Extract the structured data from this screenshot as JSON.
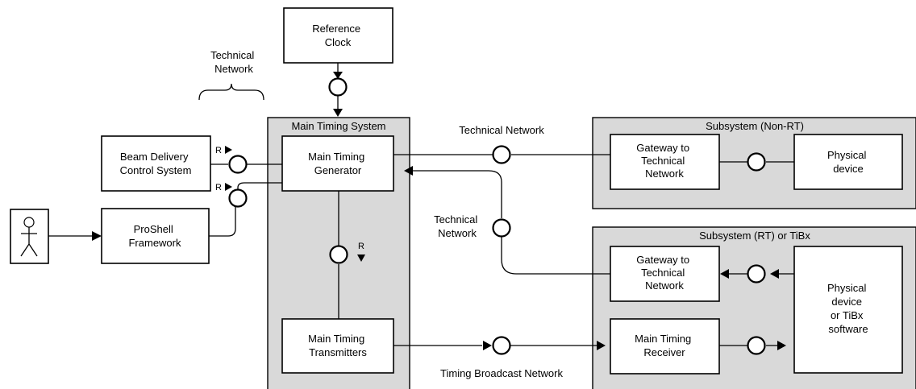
{
  "colors": {
    "group_fill": "#d9d9d9",
    "box_fill": "#ffffff",
    "line": "#000000"
  },
  "groups": {
    "main_timing_system": "Main Timing System",
    "subsystem_non_rt": "Subsystem (Non-RT)",
    "subsystem_rt": "Subsystem (RT) or TiBx"
  },
  "boxes": {
    "reference_clock": [
      "Reference",
      "Clock"
    ],
    "beam_delivery": [
      "Beam Delivery",
      "Control System"
    ],
    "proshell": [
      "ProShell",
      "Framework"
    ],
    "main_timing_generator": [
      "Main Timing",
      "Generator"
    ],
    "main_timing_transmitters": [
      "Main Timing",
      "Transmitters"
    ],
    "gateway_non_rt": [
      "Gateway to",
      "Technical",
      "Network"
    ],
    "physical_device_non_rt": [
      "Physical",
      "device"
    ],
    "gateway_rt": [
      "Gateway to",
      "Technical",
      "Network"
    ],
    "main_timing_receiver": [
      "Main Timing",
      "Receiver"
    ],
    "physical_device_rt": [
      "Physical",
      "device",
      "or TiBx",
      "software"
    ]
  },
  "labels": {
    "technical_network_brace": [
      "Technical",
      "Network"
    ],
    "technical_network_top": "Technical Network",
    "technical_network_mid": [
      "Technical",
      "Network"
    ],
    "timing_broadcast_network": "Timing Broadcast Network",
    "r_beam_delivery": "R",
    "r_proshell": "R",
    "r_main": "R"
  },
  "icons": {
    "actor": "stick-figure-user-icon"
  }
}
